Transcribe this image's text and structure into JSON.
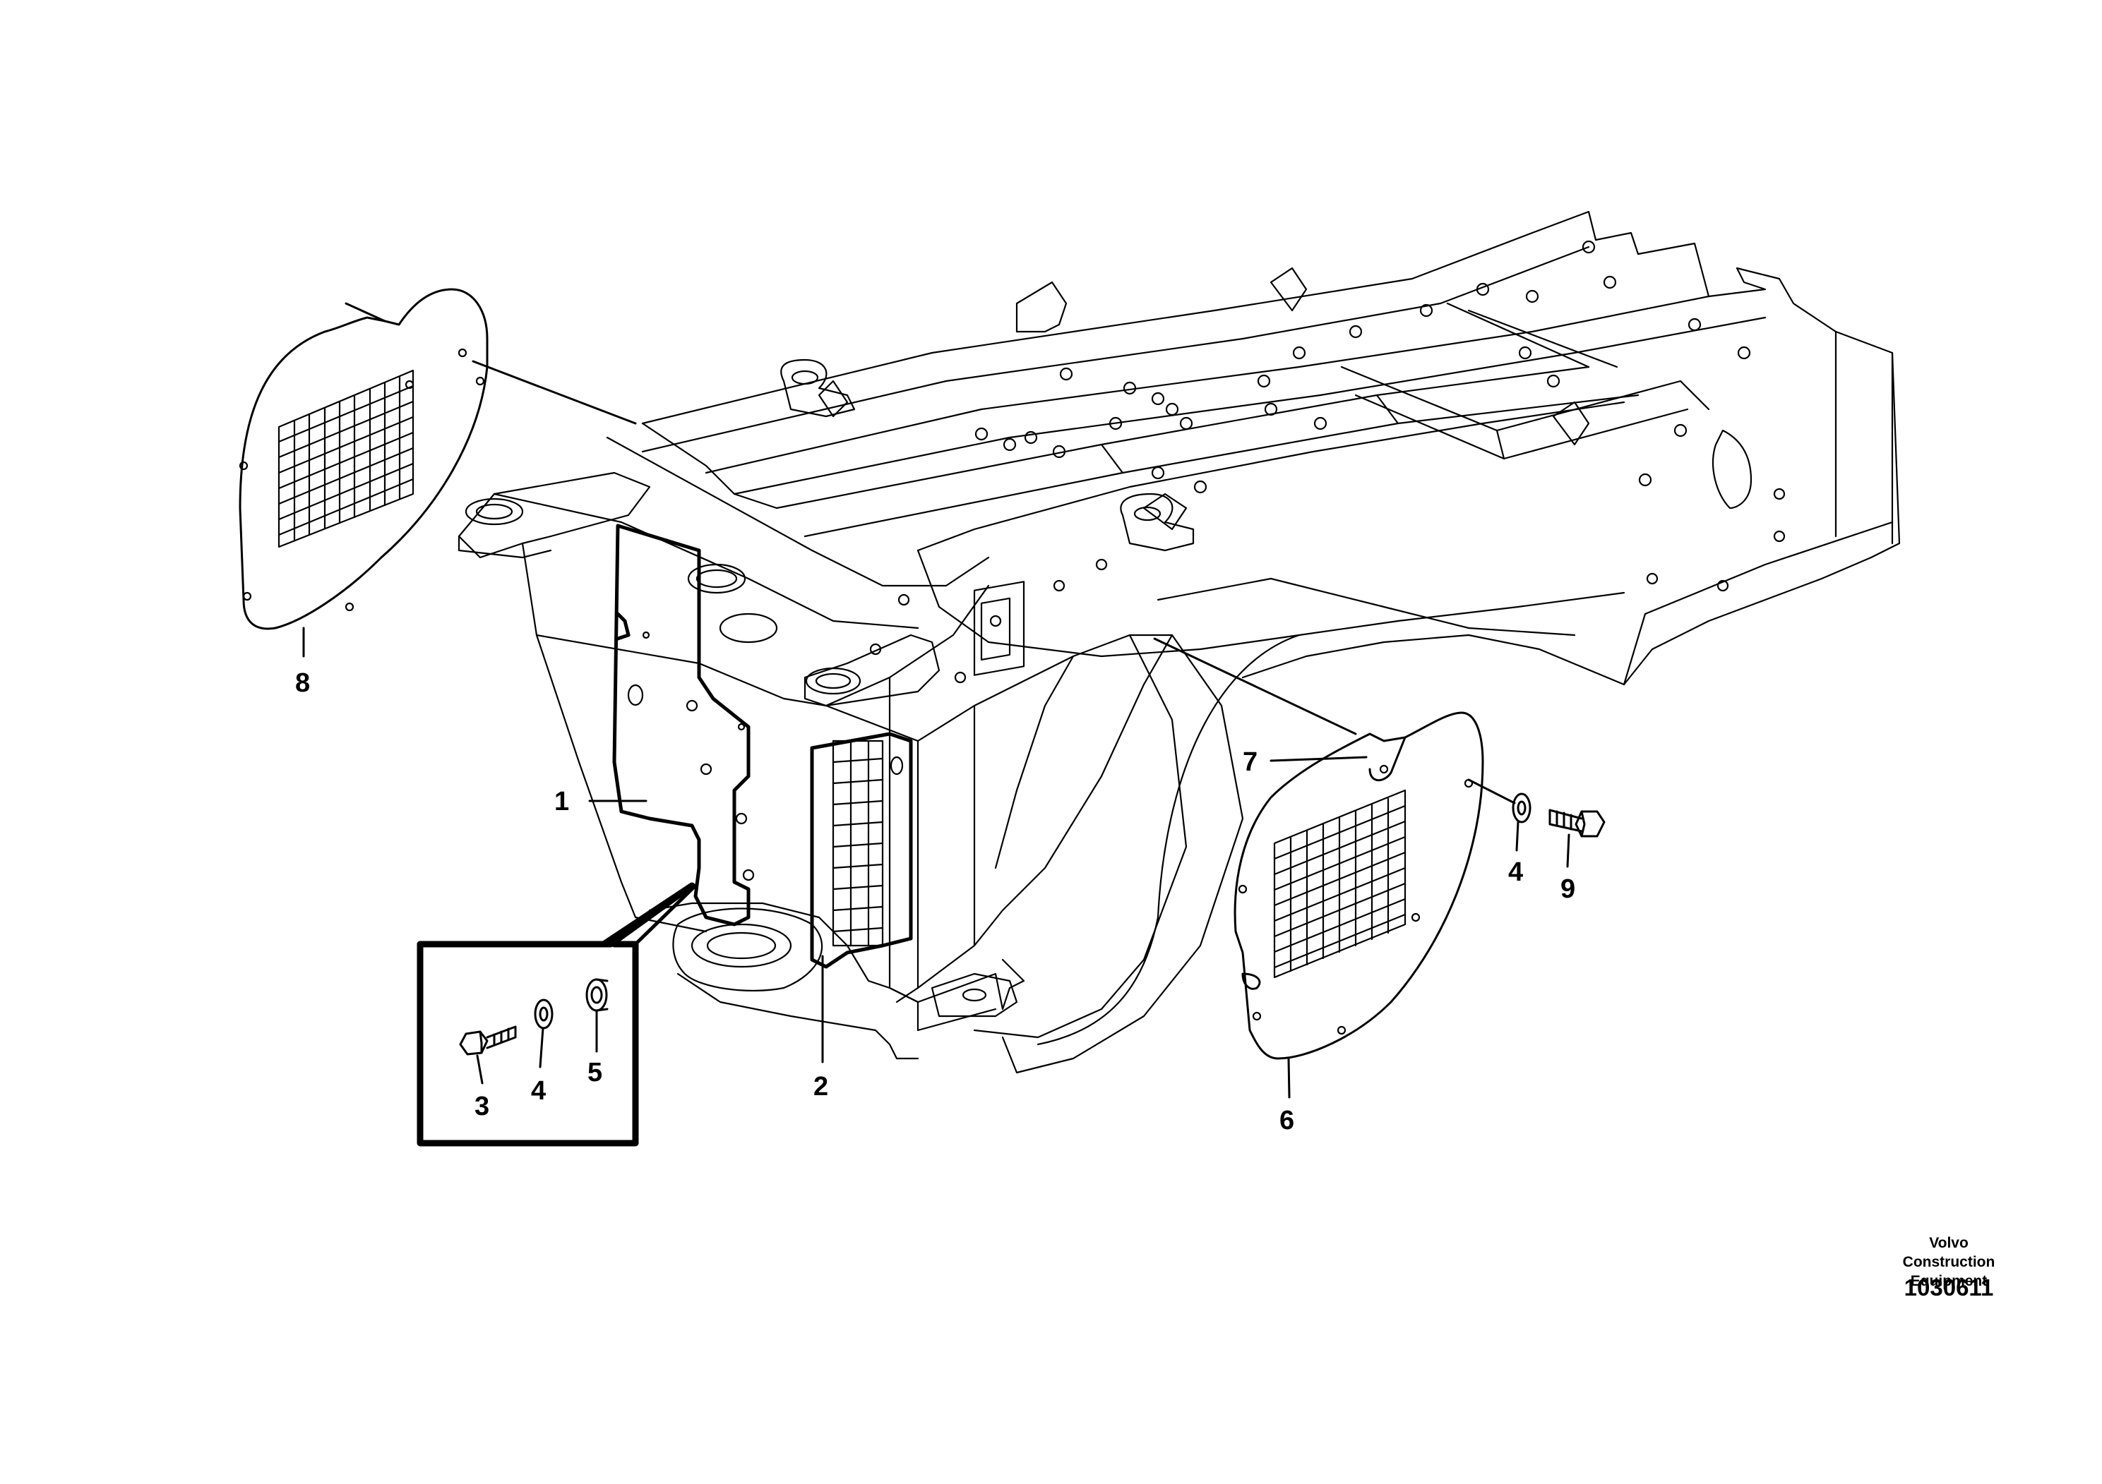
{
  "callouts": [
    {
      "id": "1",
      "label": "1"
    },
    {
      "id": "2",
      "label": "2"
    },
    {
      "id": "3",
      "label": "3"
    },
    {
      "id": "4a",
      "label": "4"
    },
    {
      "id": "5",
      "label": "5"
    },
    {
      "id": "6",
      "label": "6"
    },
    {
      "id": "7",
      "label": "7"
    },
    {
      "id": "4b",
      "label": "4"
    },
    {
      "id": "8",
      "label": "8"
    },
    {
      "id": "9",
      "label": "9"
    }
  ],
  "credit": {
    "company": "Volvo Construction Equipment",
    "drawing_number": "1030611"
  }
}
